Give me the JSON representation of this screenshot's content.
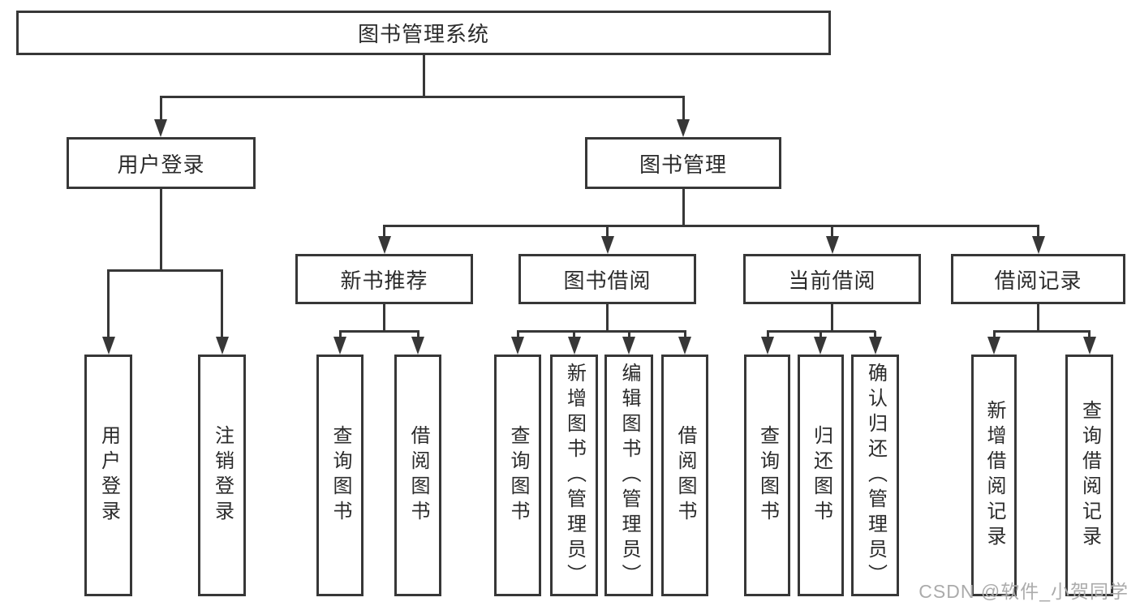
{
  "diagram": {
    "root": "图书管理系统",
    "level2": {
      "user_login": "用户登录",
      "book_management": "图书管理"
    },
    "level3": {
      "new_book": "新书推荐",
      "book_borrow": "图书借阅",
      "current_borrow": "当前借阅",
      "borrow_records": "借阅记录"
    },
    "leaves": {
      "user_login": [
        "用户登录",
        "注销登录"
      ],
      "new_book": [
        "查询图书",
        "借阅图书"
      ],
      "book_borrow": [
        "查询图书",
        "新增图书（管理员）",
        "编辑图书（管理员）",
        "借阅图书"
      ],
      "current_borrow": [
        "查询图书",
        "归还图书",
        "确认归还（管理员）"
      ],
      "borrow_records": [
        "新增借阅记录",
        "查询借阅记录"
      ]
    }
  },
  "watermark": "CSDN @软件_小贺同学",
  "colors": {
    "line": "#373737",
    "text": "#2b2b2b",
    "watermark": "#ababab",
    "background": "#ffffff"
  }
}
